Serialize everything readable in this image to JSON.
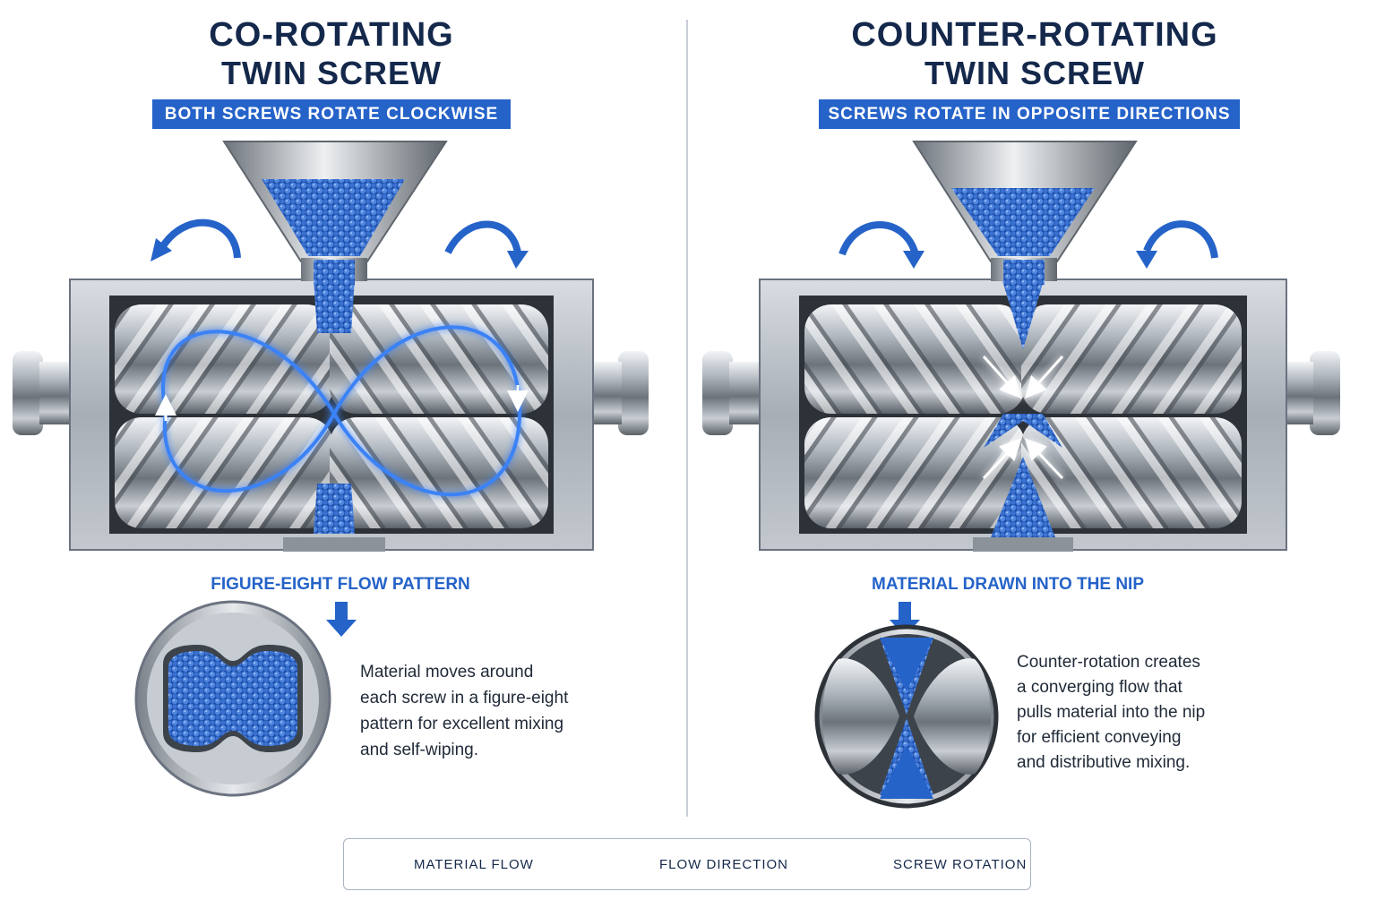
{
  "left": {
    "title_line1": "CO-ROTATING",
    "title_line2": "TWIN SCREW",
    "banner": "BOTH SCREWS ROTATE CLOCKWISE",
    "caption": "FIGURE-EIGHT FLOW PATTERN",
    "description_lines": [
      "Material moves around",
      "each screw in a figure-eight",
      "pattern for excellent mixing",
      "and self-wiping."
    ]
  },
  "right": {
    "title_line1": "COUNTER-ROTATING",
    "title_line2": "TWIN SCREW",
    "banner": "SCREWS ROTATE IN OPPOSITE DIRECTIONS",
    "caption": "MATERIAL DRAWN INTO THE NIP",
    "description_lines": [
      "Counter-rotation creates",
      "a converging flow that",
      "pulls material into the nip",
      "for efficient conveying",
      "and distributive mixing."
    ]
  },
  "legend": {
    "material_flow": "MATERIAL FLOW",
    "flow_direction": "FLOW DIRECTION",
    "screw_rotation": "SCREW ROTATION"
  },
  "colors": {
    "accent": "#2563c9",
    "title": "#14284b",
    "metal": "#9aa3ad"
  },
  "icons": [
    "pellets-icon",
    "arrow-right-icon",
    "metal-swatch-icon",
    "rotation-arrow-icon",
    "hopper-icon"
  ]
}
